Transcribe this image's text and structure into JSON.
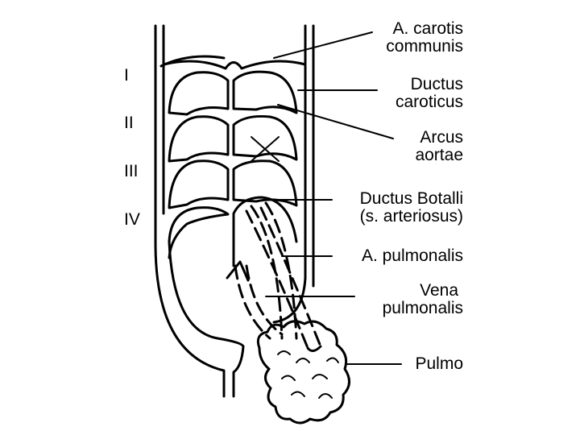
{
  "arch_numerals": [
    "I",
    "II",
    "III",
    "IV"
  ],
  "labels": {
    "carotis": [
      "A. carotis",
      "communis"
    ],
    "ductus_caroticus": [
      "Ductus",
      "caroticus"
    ],
    "arcus_aortae": [
      "Arcus",
      "aortae"
    ],
    "ductus_botalli": [
      "Ductus Botalli",
      "(s. arteriosus)"
    ],
    "a_pulmonalis": [
      "A. pulmonalis"
    ],
    "vena_pulmonalis": [
      "Vena",
      "pulmonalis"
    ],
    "pulmo": [
      "Pulmo"
    ]
  },
  "colors": {
    "ink": "#000000",
    "background": "#ffffff"
  }
}
